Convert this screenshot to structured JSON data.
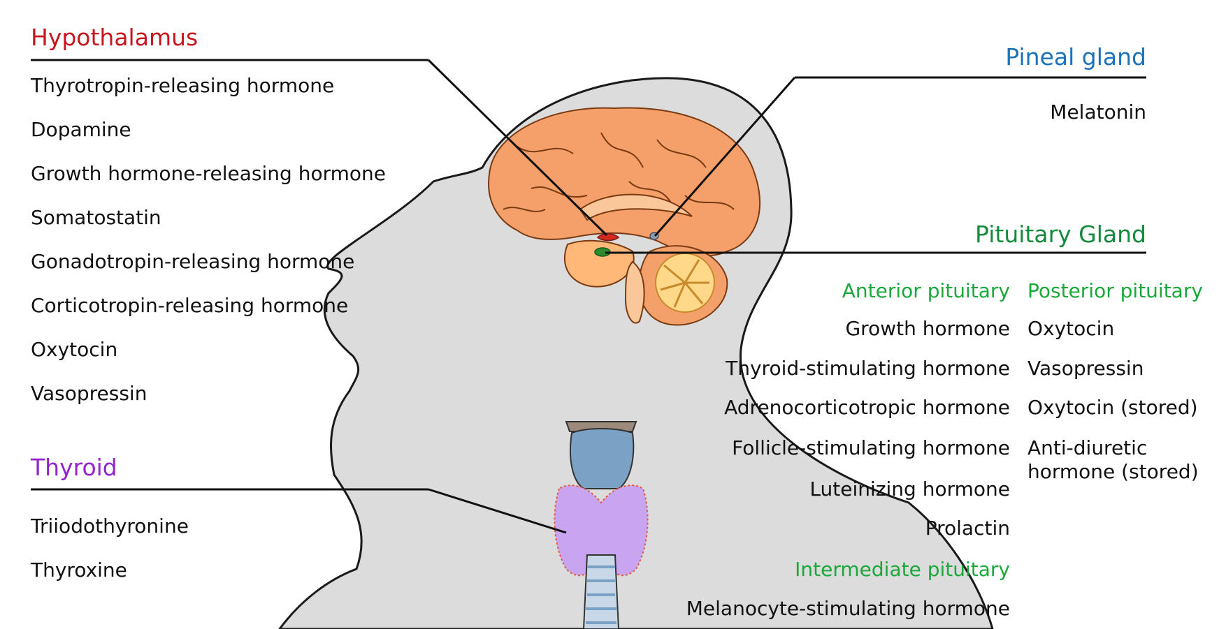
{
  "colors": {
    "hypothalamus": "#c8161e",
    "thyroid": "#9524ce",
    "pineal": "#1a72bb",
    "pituitary": "#148a3c",
    "pituitary_sub": "#1aa83a",
    "text": "#111111",
    "body_fill": "#dcdcdc",
    "body_stroke": "#1a1a1a",
    "brain": "#f5a06a",
    "cerebellum": "#f4a06a",
    "thyroid_gland": "#c9a5f1",
    "cartilage": "#7ba2c4"
  },
  "hypothalamus": {
    "title": "Hypothalamus",
    "hormones": [
      "Thyrotropin-releasing hormone",
      "Dopamine",
      "Growth hormone-releasing hormone",
      "Somatostatin",
      "Gonadotropin-releasing hormone",
      "Corticotropin-releasing hormone",
      "Oxytocin",
      "Vasopressin"
    ]
  },
  "thyroid": {
    "title": "Thyroid",
    "hormones": [
      "Triiodothyronine",
      "Thyroxine"
    ]
  },
  "pineal": {
    "title": "Pineal gland",
    "hormones": [
      "Melatonin"
    ]
  },
  "pituitary": {
    "title": "Pituitary Gland",
    "anterior": {
      "title": "Anterior pituitary",
      "hormones": [
        "Growth hormone",
        "Thyroid-stimulating hormone",
        "Adrenocorticotropic hormone",
        "Follicle-stimulating hormone",
        "Luteinizing hormone",
        "Prolactin"
      ]
    },
    "intermediate": {
      "title": "Intermediate pituitary",
      "hormones": [
        "Melanocyte-stimulating hormone"
      ]
    },
    "posterior": {
      "title": "Posterior pituitary",
      "hormones": [
        "Oxytocin",
        "Vasopressin",
        "Oxytocin (stored)",
        "Anti-diuretic",
        "hormone (stored)"
      ]
    }
  }
}
